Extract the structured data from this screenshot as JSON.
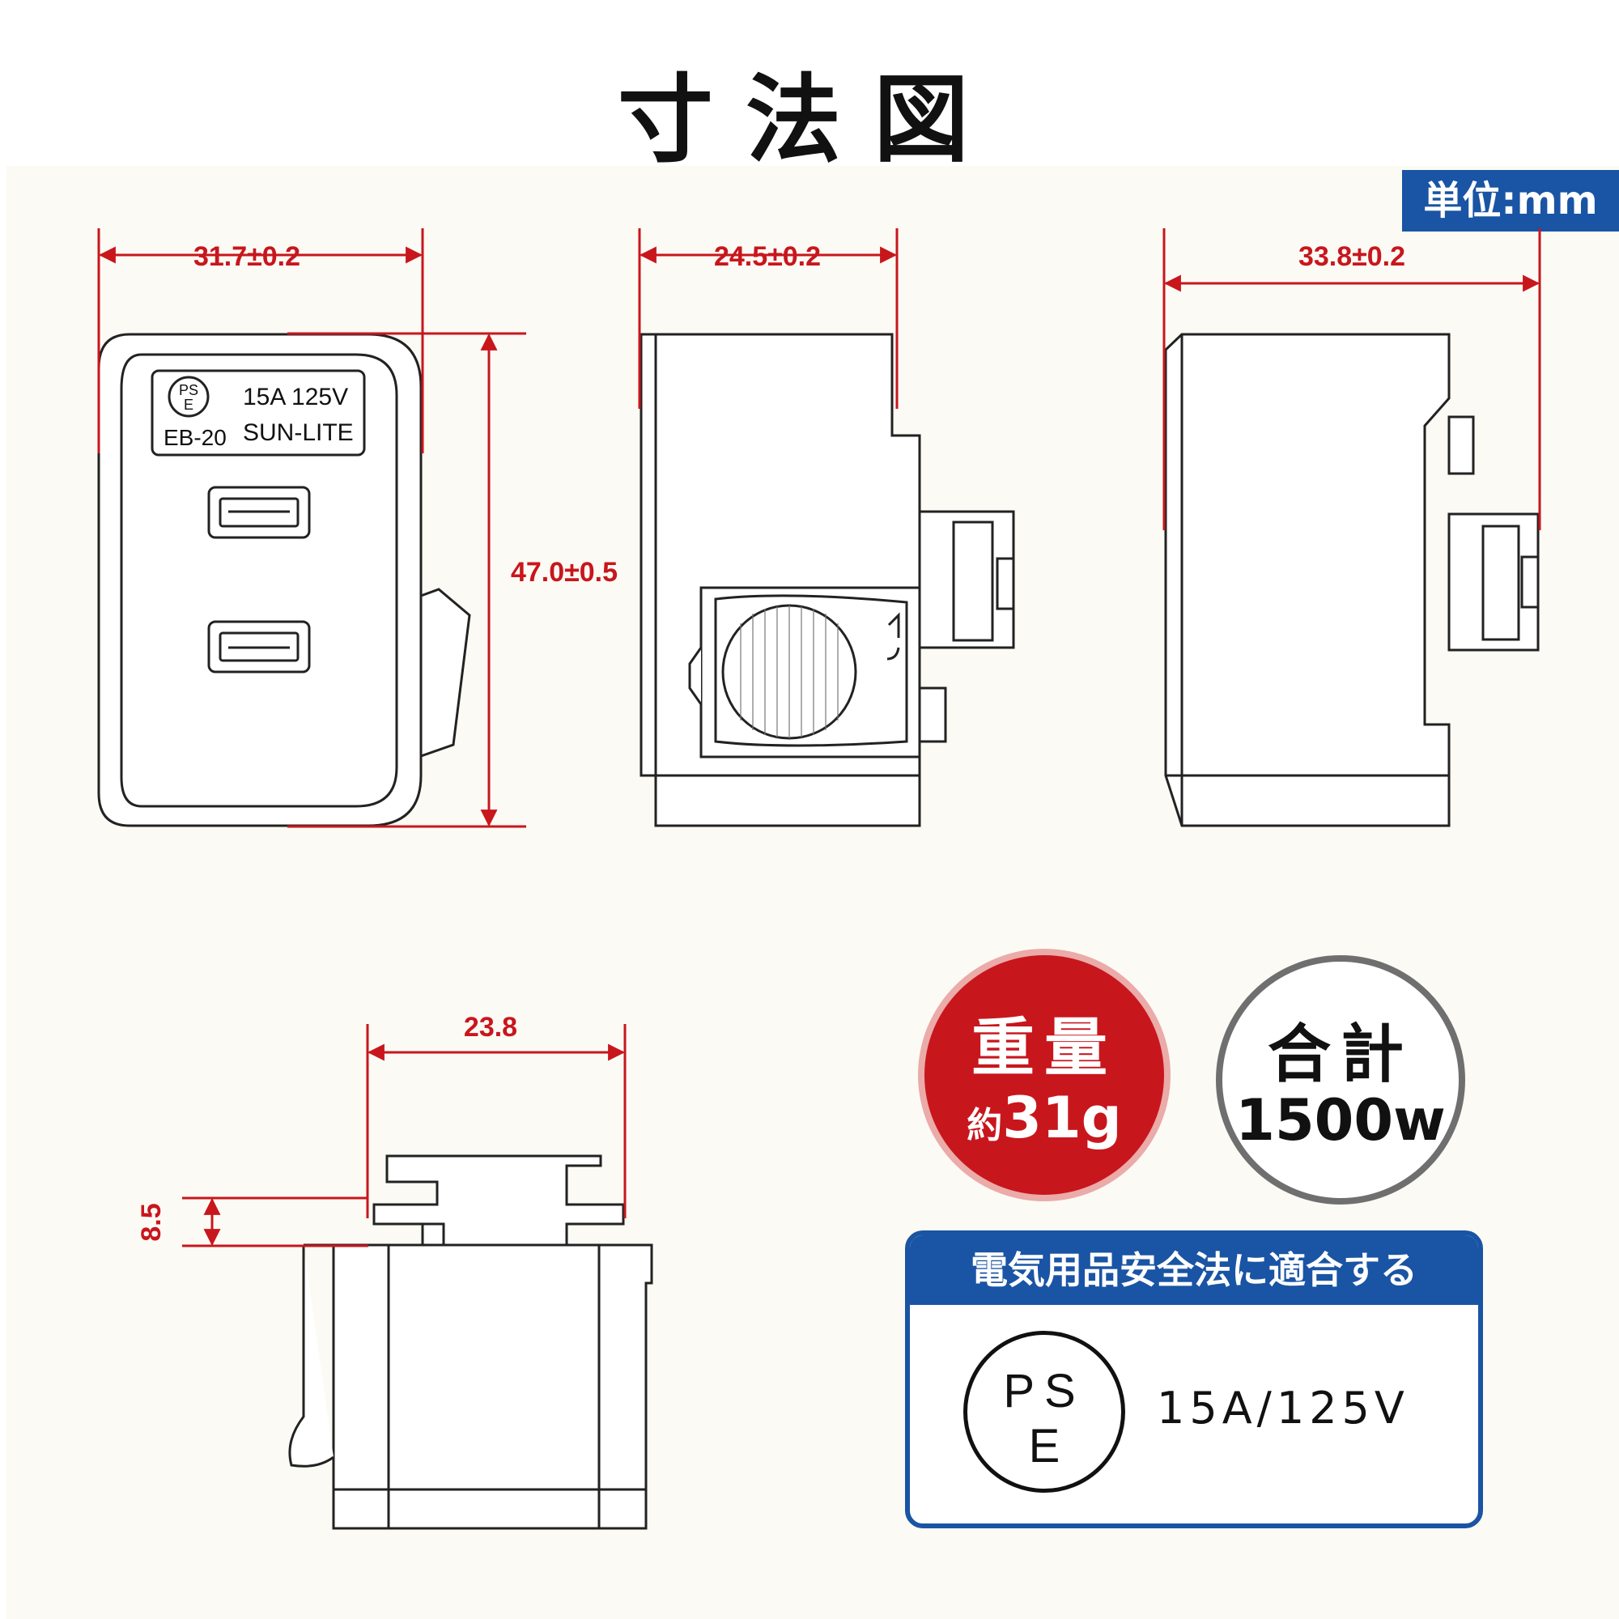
{
  "title": "寸法図",
  "unit": "単位:mm",
  "dimensions": {
    "front_width": "31.7±0.2",
    "side_width": "24.5±0.2",
    "back_width": "33.8±0.2",
    "height": "47.0±0.5",
    "bottom_width": "23.8",
    "plug_height": "8.5"
  },
  "label_plate": {
    "pse_top": "PS",
    "pse_bottom": "E",
    "rating": "15A 125V",
    "model": "EB-20",
    "brand": "SUN-LITE"
  },
  "weight": {
    "label": "重量",
    "prefix": "約",
    "value": "31g"
  },
  "total": {
    "label": "合計",
    "value": "1500w"
  },
  "pse_box": {
    "heading": "電気用品安全法に適合する",
    "mark_top": "PS",
    "mark_bottom": "E",
    "rating": "15A/125V"
  },
  "colors": {
    "accent_red": "#c8161d",
    "accent_blue": "#1a54a4",
    "gray": "#6f6f6f"
  }
}
